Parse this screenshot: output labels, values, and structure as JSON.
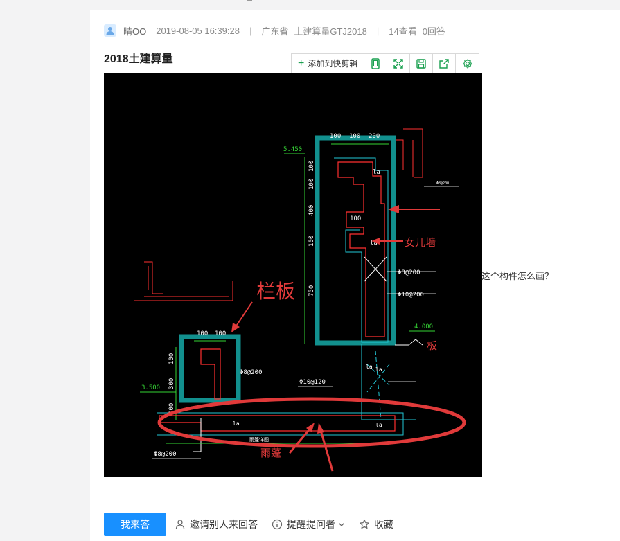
{
  "meta": {
    "user": "晴OO",
    "datetime": "2019-08-05 16:39:28",
    "province": "广东省",
    "software": "土建算量GTJ2018",
    "views": "14查看",
    "answers": "0回答"
  },
  "question": {
    "title": "2018土建算量",
    "text": "这个构件怎么画？"
  },
  "toolbar": {
    "add_label": "添加到快剪辑"
  },
  "drawing": {
    "annot_lanban": "栏板",
    "annot_nverqiang": "女儿墙",
    "annot_ban": "板",
    "annot_yupeng": "雨蓬",
    "dims_wall": [
      "100",
      "100",
      "200"
    ],
    "dims_vert": [
      "100",
      "100",
      "400",
      "100",
      "750"
    ],
    "dims_small": [
      "100",
      "100"
    ],
    "dims_small_vert": [
      "100",
      "300",
      "100"
    ],
    "elev_top": "5.450",
    "elev_mid": "4.000",
    "elev_low": "3.500",
    "rebar_1": "Φ8@200",
    "rebar_2": "Φ10@200",
    "rebar_3": "Φ10@120",
    "rebar_4": "Φ8@200",
    "rebar_5": "Φ8@200",
    "label_la": "la",
    "label_inner": "100",
    "label_bottom": "雨篷详图"
  },
  "actions": {
    "answer": "我来答",
    "invite": "邀请别人来回答",
    "remind": "提醒提问者",
    "collect": "收藏"
  },
  "colors": {
    "primary": "#1890ff",
    "teal_frame": "#12908e",
    "red_annot": "#e03a3a"
  }
}
